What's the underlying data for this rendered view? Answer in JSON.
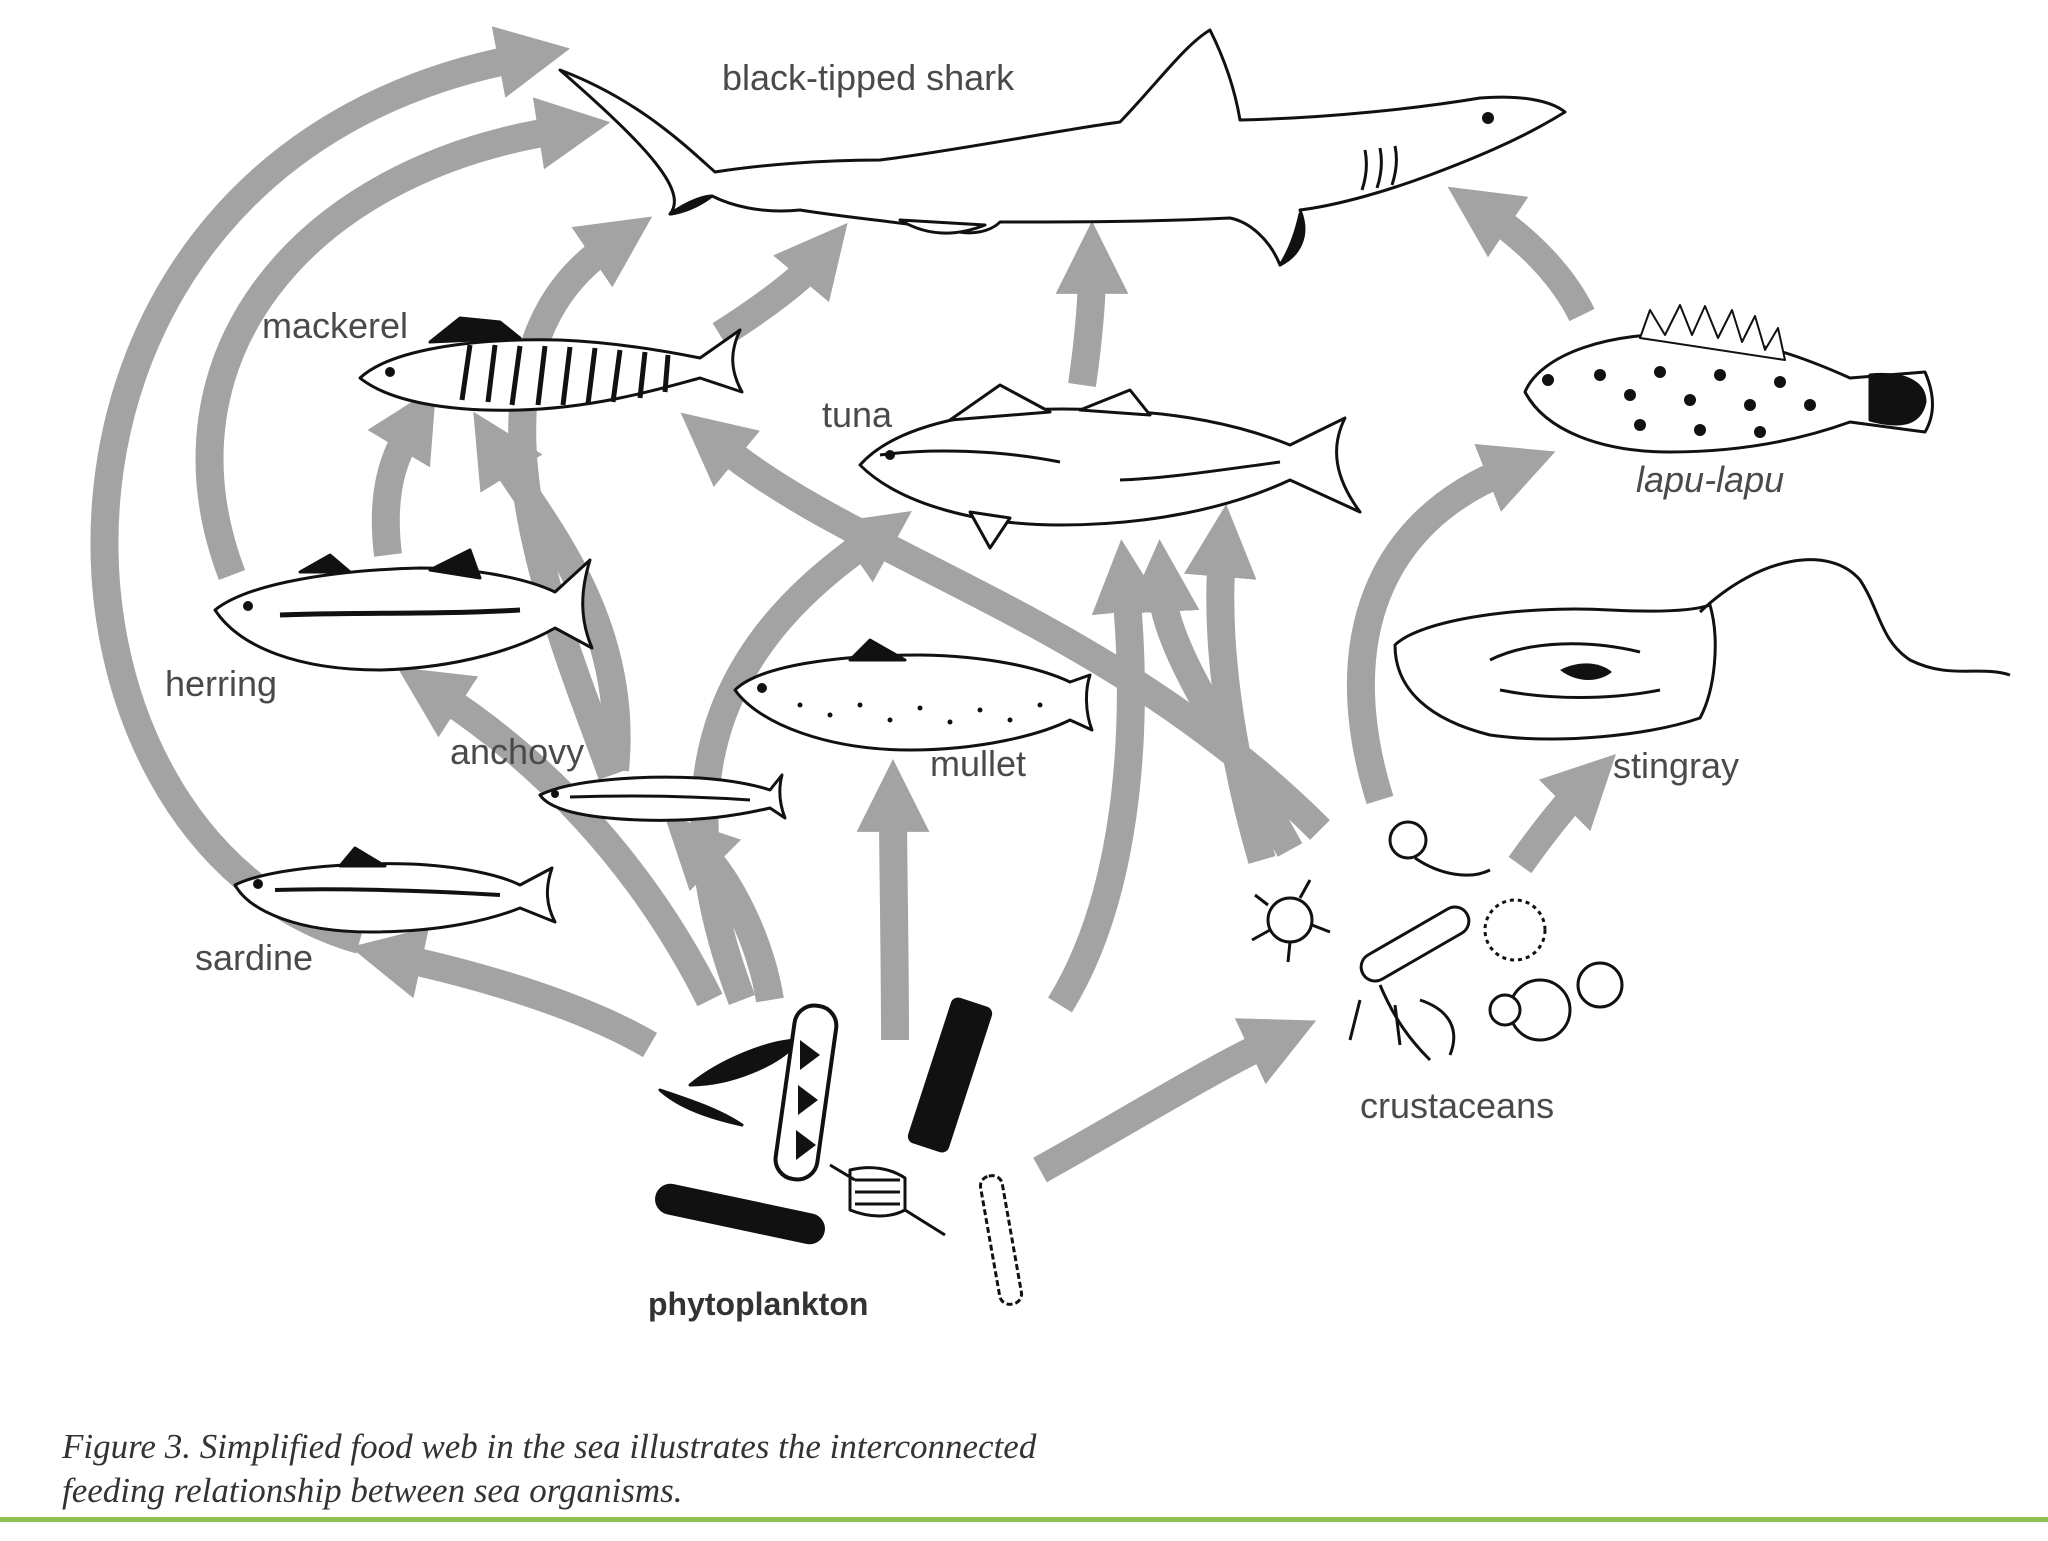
{
  "colors": {
    "arrow": "#a3a3a3",
    "ink": "#111111",
    "label": "#4a4a4a",
    "rule": "#8cc152"
  },
  "labels": {
    "shark": "black-tipped shark",
    "mackerel": "mackerel",
    "tuna": "tuna",
    "lapu": "lapu-lapu",
    "herring": "herring",
    "anchovy": "anchovy",
    "mullet": "mullet",
    "stingray": "stingray",
    "sardine": "sardine",
    "crustaceans": "crustaceans",
    "phytoplankton": "phytoplankton"
  },
  "caption": {
    "line1": "Figure 3.  Simplified food web in the sea illustrates the interconnected",
    "line2": "feeding relationship between sea organisms."
  },
  "food_web": [
    {
      "from": "phytoplankton",
      "to": "sardine"
    },
    {
      "from": "phytoplankton",
      "to": "herring"
    },
    {
      "from": "phytoplankton",
      "to": "anchovy"
    },
    {
      "from": "phytoplankton",
      "to": "mullet"
    },
    {
      "from": "phytoplankton",
      "to": "tuna"
    },
    {
      "from": "phytoplankton",
      "to": "crustaceans"
    },
    {
      "from": "sardine",
      "to": "black-tipped shark"
    },
    {
      "from": "herring",
      "to": "black-tipped shark"
    },
    {
      "from": "herring",
      "to": "mackerel"
    },
    {
      "from": "anchovy",
      "to": "mackerel"
    },
    {
      "from": "anchovy",
      "to": "black-tipped shark"
    },
    {
      "from": "mullet",
      "to": "tuna"
    },
    {
      "from": "mackerel",
      "to": "black-tipped shark"
    },
    {
      "from": "tuna",
      "to": "black-tipped shark"
    },
    {
      "from": "crustaceans",
      "to": "tuna"
    },
    {
      "from": "crustaceans",
      "to": "mackerel"
    },
    {
      "from": "crustaceans",
      "to": "lapu-lapu"
    },
    {
      "from": "crustaceans",
      "to": "stingray"
    },
    {
      "from": "lapu-lapu",
      "to": "black-tipped shark"
    }
  ]
}
